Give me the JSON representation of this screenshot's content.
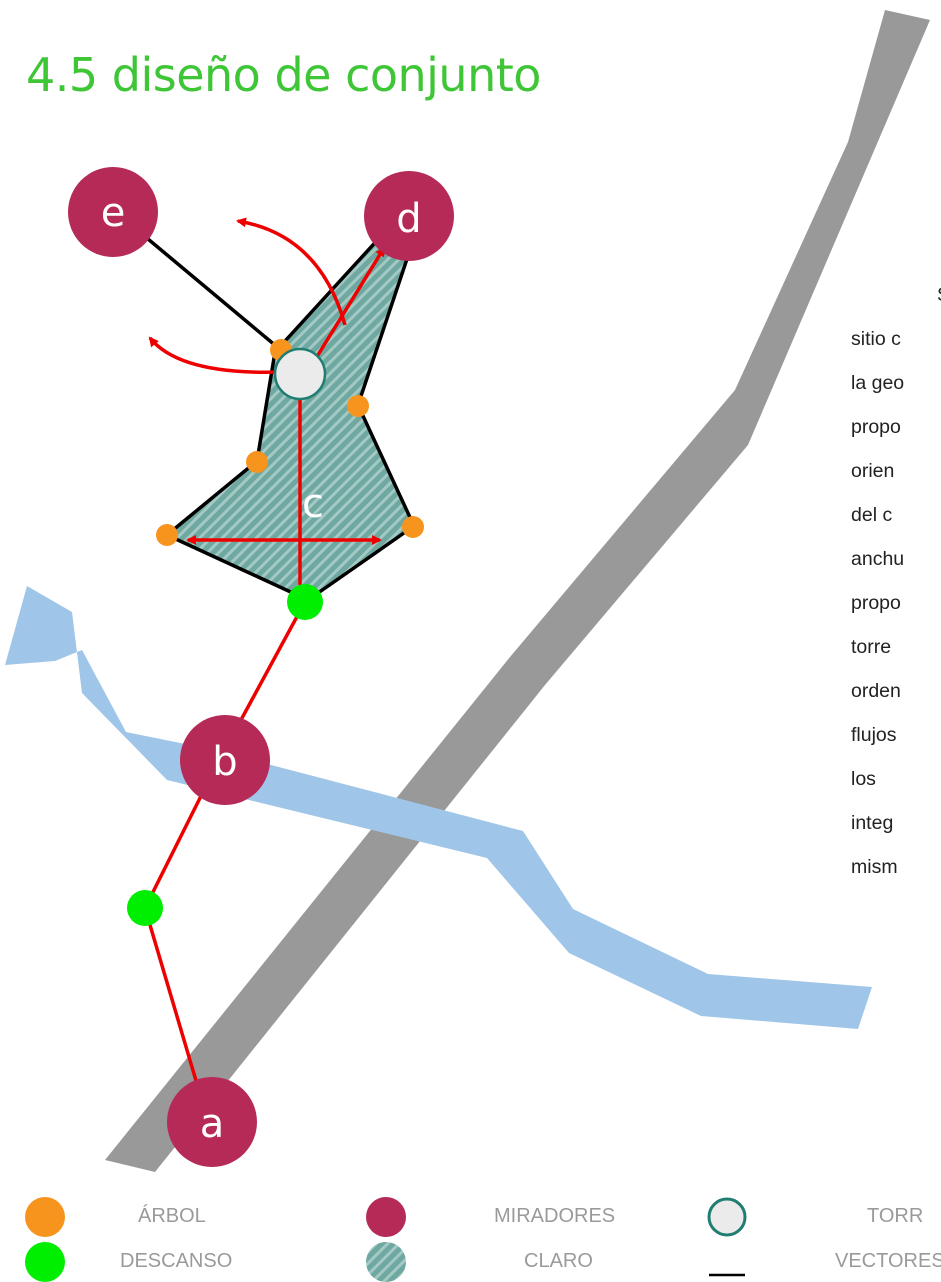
{
  "title": "4.5 diseño de conjunto",
  "nodes": {
    "a": "a",
    "b": "b",
    "c": "c",
    "d": "d",
    "e": "e"
  },
  "paragraph_lines": [
    "S",
    "sitio c",
    "la geo",
    "propo",
    "orien",
    "del   c",
    "anchu",
    "propo",
    "torre",
    "orden",
    "flujos",
    "los",
    "integ",
    "mism"
  ],
  "legend": {
    "arbol": "ÁRBOL",
    "miradores": "MIRADORES",
    "torre": "TORR",
    "descanso": "DESCANSO",
    "claro": "CLARO",
    "vectores": "VECTORES"
  },
  "colors": {
    "title": "#3ec636",
    "mirador": "#b52a56",
    "arbol": "#f7941d",
    "descanso": "#00ee00",
    "vector": "#ee0000",
    "road": "#999999",
    "river": "#9fc5e8",
    "claro_hatch": "#6fa8a0",
    "torre_fill": "#ebebeb",
    "torre_stroke": "#1f7d72"
  },
  "icons": {
    "arbol": "orange-dot-icon",
    "miradores": "crimson-dot-icon",
    "torre": "ring-icon",
    "descanso": "green-dot-icon",
    "claro": "hatched-dot-icon",
    "vectores": "line-icon"
  }
}
